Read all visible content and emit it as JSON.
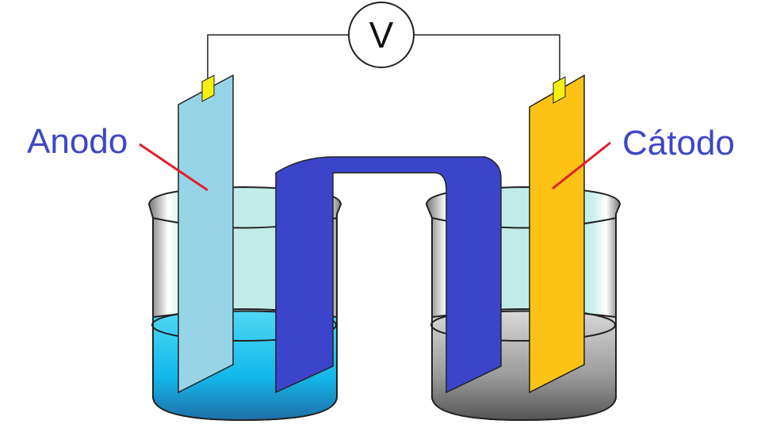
{
  "labels": {
    "anode": "Anodo",
    "cathode": "Cátodo",
    "voltmeter": "V"
  },
  "colors": {
    "anode": "#97d4e8",
    "cathode": "#fcc314",
    "bridge": "#3c44cc",
    "left_solution": "#14c0ef",
    "right_solution": "#9a9a9a",
    "pointer": "#e0202a",
    "label": "#3d47c9"
  }
}
